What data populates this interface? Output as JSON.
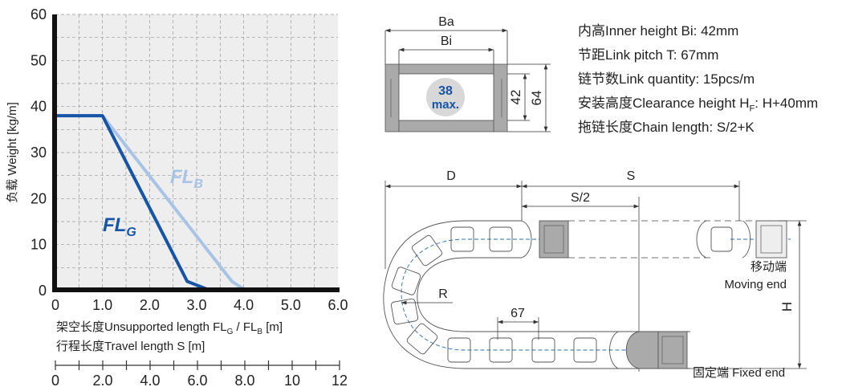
{
  "chart_data": {
    "type": "line",
    "ylabel": "负载 Weight [kg/m]",
    "xlabel_line1_prefix": "架空长度Unsupported length FL",
    "xlabel_line1_g": "G",
    "xlabel_line1_sep": " / FL",
    "xlabel_line1_b": "B",
    "xlabel_line1_suffix": " [m]",
    "xlabel_line2": "行程长度Travel length S [m]",
    "xlim": [
      0,
      6
    ],
    "ylim": [
      0,
      60
    ],
    "x_ticks": [
      "0",
      "1.0",
      "2.0",
      "3.0",
      "4.0",
      "5.0",
      "6.0"
    ],
    "y_ticks": [
      "0",
      "10",
      "20",
      "30",
      "40",
      "50",
      "60"
    ],
    "travel_ticks": [
      "0",
      "2.0",
      "4.0",
      "6.0",
      "8.0",
      "10",
      "12"
    ],
    "grid": true,
    "series": [
      {
        "name": "FL_B",
        "label_main": "FL",
        "label_sub": "B",
        "color": "#a8c3e6",
        "points": [
          [
            0,
            38
          ],
          [
            1.0,
            38
          ],
          [
            3.75,
            2
          ],
          [
            4.05,
            0
          ]
        ]
      },
      {
        "name": "FL_G",
        "label_main": "FL",
        "label_sub": "G",
        "color": "#1654a5",
        "points": [
          [
            0,
            38
          ],
          [
            1.0,
            38
          ],
          [
            2.8,
            2
          ],
          [
            3.3,
            0
          ]
        ]
      }
    ]
  },
  "cross_section": {
    "ba_label": "Ba",
    "bi_label": "Bi",
    "max_value": "38",
    "max_label": "max.",
    "inner_height": "42",
    "outer_height": "64"
  },
  "specs": [
    {
      "label": "内高Inner height Bi",
      "value": "42mm"
    },
    {
      "label": "节距Link pitch T",
      "value": "67mm"
    },
    {
      "label": "链节数Link quantity",
      "value": "15pcs/m"
    },
    {
      "label_prefix": "安装高度Clearance height H",
      "label_sub": "F",
      "value": "H+40mm"
    },
    {
      "label": "拖链长度Chain length",
      "value": "S/2+K"
    }
  ],
  "chain_diagram": {
    "d_label": "D",
    "s_label": "S",
    "s_half_label": "S/2",
    "r_label": "R",
    "pitch_label": "67",
    "h_label": "H",
    "moving_end_cn": "移动端",
    "moving_end_en": "Moving end",
    "fixed_end": "固定端 Fixed end"
  }
}
